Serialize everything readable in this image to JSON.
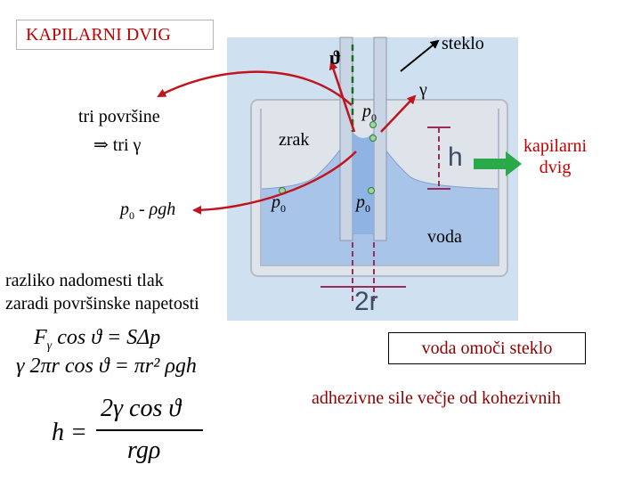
{
  "title": "KAPILARNI DVIG",
  "labels": {
    "steklo": "steklo",
    "theta": "ϑ",
    "gamma": "γ",
    "p0_top": "p",
    "p0_top_sub": "0",
    "zrak": "zrak",
    "p0_left": "p",
    "p0_left_sub": "0",
    "p0_tube": "p",
    "p0_tube_sub": "0",
    "voda": "voda",
    "h_mark": "h",
    "two_r": "2r",
    "kapilarni_line1": "kapilarni",
    "kapilarni_line2": "dvig"
  },
  "left_notes": {
    "tri_povrsine": "tri površine",
    "tri_gamma": "⇒ tri γ",
    "pressure_p": "p",
    "pressure_sub": "0",
    "pressure_rest": " - ρgh",
    "razliko_line1": "razliko nadomesti tlak",
    "razliko_line2": "zaradi površinske napetosti"
  },
  "equations": {
    "eq1_lhs": "F",
    "eq1_lhs_sub": "γ",
    "eq1_mid": " cos ϑ = SΔp",
    "eq2": "γ 2πr cos ϑ = πr² ρgh",
    "eq3_h": "h =",
    "eq3_num": "2γ cos ϑ",
    "eq3_den": "rgρ"
  },
  "notes": {
    "voda_omoci": "voda omoči steklo",
    "adhezivne": "adhezivne sile večje od kohezivnih"
  },
  "colors": {
    "title": "#c00000",
    "arrow_red": "#c0141e",
    "arrow_green": "#2aa84a",
    "water": "#a8c4e8",
    "glass": "#c9d4e4",
    "container": "#dfe3ea",
    "dashed": "#9a2c5a"
  }
}
